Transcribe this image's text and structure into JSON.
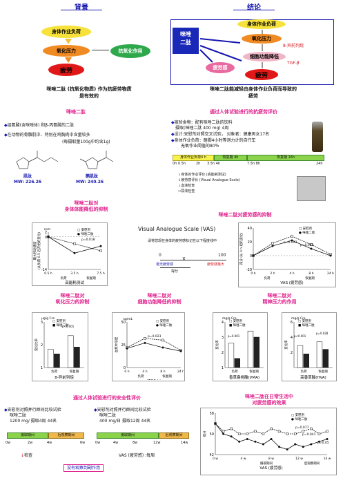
{
  "top": {
    "left_header": "背景",
    "right_header": "结论",
    "left": {
      "burden": "身体作业负荷",
      "oxstress": "氧化压力",
      "antiox": "抗氧化作用",
      "fatigue": "疲劳",
      "caption_line1": "咪唑二肽 (抗氧化物质) 作为抗疲劳物质",
      "caption_line2": "是有效的"
    },
    "right": {
      "imidazole_1": "咪唑",
      "imidazole_2": "二肽",
      "burden": "身体作业负荷",
      "oxstress": "氧化压力",
      "isoprostane": "8-异前列烷",
      "cytokine": "细胞功能降低",
      "tgf": "TGF-β",
      "fatigue_feel": "疲劳感",
      "fatigue": "疲劳",
      "caption_line1": "咪唑二肽能减轻由身体作业负荷而导致的",
      "caption_line2": "疲劳"
    }
  },
  "imidazole": {
    "title": "咪唑二肽",
    "bullet1": "组氨酸(含咪唑体) 和β-丙氨酸的二肽",
    "bullet2": "在动物的骨骼肌中、特别在鸡胸肉中含量较多",
    "bullet2b_pre": "(每摄取量",
    "bullet2b_num": "100",
    "bullet2b_mid": "g中约含",
    "bullet2b_num2": "1",
    "bullet2b_post": "g)",
    "mol1_name": "肌肽",
    "mol1_mw": "MW: 226.26",
    "mol2_name": "鹅肌肽",
    "mol2_mw": "MW: 240.26"
  },
  "trial": {
    "title": "通过人体试验进行的抗疲劳评价",
    "b1": "被验食物：配有咪唑二肽的饮料",
    "b1b": "摄取(咪唑二肽 400 mg) 4周",
    "b2_pre": "设计:安慰剂对照交叉试验， 对象者：健康男女",
    "b2_num": "17",
    "b2_post": "名",
    "b3": "身体作业负荷：踏脚4小时等测力计的自行车",
    "b3b": "无氧作业阈值的80％",
    "bar1": "身体作业负荷4 h",
    "bar2": "恢复期 4h",
    "bar3": "恢复期 16h",
    "ticks": [
      "0h 0.5h",
      "2h",
      "3.5h 4h",
      "7.5h 8h",
      "24h"
    ],
    "legend1": "身体的作业评价 (高能耗测试)",
    "legend2": "疲劳感评价 (Visual Analogue Scale)",
    "legend3": "血液检查",
    "legend4": "尿液检查"
  },
  "sec2": {
    "left_title1": "咪唑二肽对",
    "left_title2": "身体体能降低的抑制",
    "right_title": "咪唑二肽对疲劳感的抑制",
    "vas_title": "Visual Analogue Scale (VAS)",
    "vas_question": "请将您现在身体的疲劳感标记在以下程度线中",
    "vas_zero": "0",
    "vas_hundred": "100",
    "vas_left": "毫无疲劳感",
    "vas_right": "疲劳感最大",
    "vas_score": "得分",
    "vas_mark": "X"
  },
  "sec3": {
    "t1a": "咪唑二肽对",
    "t1b": "氧化压力的抑制",
    "t2a": "咪唑二肽对",
    "t2b": "细胞功能降低的抑制",
    "t3a": "咪唑二肽对",
    "t3b": "精神压力的作用"
  },
  "sec4": {
    "left_title": "通过人体试验进行的安全性评价",
    "right_title1": "咪唑二肽在日常生活中",
    "right_title2": "对疲劳感的效果",
    "s1a": "安慰剂对照并行群间比较试验",
    "s1b": "咪唑二肽",
    "s1c_pre": "1200 mg/ 摄取",
    "s1c_num": "4",
    "s1c_mid": "周",
    "s1c_num2": "44",
    "s1c_post": "名",
    "s2a": "安慰剂对照并行群间比较试验",
    "s2b": "咪唑二肽",
    "s2c_pre": "400 mg/日 摄取",
    "s2c_num": "12",
    "s2c_mid": "周",
    "s2c_num2": "44",
    "s2c_post": "名",
    "intake": "摄取期间",
    "post_obs": "后观察期间",
    "tl1_ticks": [
      "0w",
      "2w",
      "4w",
      "6w"
    ],
    "tl2_ticks": [
      "0w",
      "4w",
      "8w",
      "12w",
      "14w"
    ],
    "check": "检查",
    "vas_weekly": "VAS (疲劳感) :每周",
    "no_side": "没有观察到副作用"
  },
  "chart_data": [
    {
      "type": "line",
      "title": "身体体能降低的抑制",
      "ylabel": "(从负荷 0.5 后开始的变化)",
      "ylabel2": "最大移动速度",
      "yunit": "rpm",
      "ylim": [
        -14,
        2
      ],
      "yticks": [
        "2",
        "0",
        "-14"
      ],
      "x": [
        "0.5 h",
        "3.5 h",
        "7.5 h"
      ],
      "x_groups": [
        "负荷",
        "恢复期"
      ],
      "xlabel": "高能耗测试",
      "series": [
        {
          "name": "安慰剂",
          "values": [
            0,
            -3,
            -6
          ]
        },
        {
          "name": "咪唑二肽",
          "values": [
            0,
            -7,
            -4
          ]
        }
      ],
      "annotation": "p=0.018"
    },
    {
      "type": "line",
      "title": "咪唑二肽对疲劳感的抑制",
      "ylabel": "得分 (从 0 h 起的变化)",
      "ylim": [
        -20,
        40
      ],
      "yticks": [
        "40",
        "20",
        "0",
        "-20"
      ],
      "x": [
        "0 h",
        "2 h",
        "4 h",
        "8 h",
        "24 h"
      ],
      "x_groups": [
        "负荷",
        "恢复期"
      ],
      "xlabel": "VAS (疲劳感)",
      "series": [
        {
          "name": "安慰剂",
          "values": [
            0,
            18,
            28,
            16,
            2
          ]
        },
        {
          "name": "咪唑二肽",
          "values": [
            0,
            14,
            22,
            10,
            0
          ]
        }
      ],
      "annotations": [
        "p=0.023",
        "p=0.063"
      ]
    },
    {
      "type": "bar",
      "title": "氧化压力的抑制",
      "ylabel": "变化比率",
      "yunit": "μg/g Cre",
      "ylim": [
        1,
        3
      ],
      "yticks": [
        "3",
        "2",
        "1"
      ],
      "categories": [
        "负荷",
        "恢复期"
      ],
      "series": [
        {
          "name": "安慰剂",
          "values": [
            1.8,
            2.4
          ]
        },
        {
          "name": "咪唑二肽",
          "values": [
            1.6,
            1.9
          ]
        }
      ],
      "annotation": "p<0.001",
      "xlabel": "8-异前列烷"
    },
    {
      "type": "line",
      "title": "细胞功能降低的抑制",
      "ylabel": "血浆中浓度",
      "yunit": "ng/mL",
      "ylim": [
        0,
        50
      ],
      "yticks": [
        "50",
        "25",
        "0"
      ],
      "x": [
        "0 h",
        "4 h",
        "8 h",
        "24 h"
      ],
      "x_groups": [
        "负荷",
        "恢复期"
      ],
      "series": [
        {
          "name": "安慰剂",
          "values": [
            22,
            32,
            30,
            19
          ]
        },
        {
          "name": "咪唑二肽",
          "values": [
            21,
            27,
            22,
            18
          ]
        }
      ],
      "annotation": "p=0.023",
      "xlabel": "(TGF-b)"
    },
    {
      "type": "bar",
      "title": "精神压力的作用 (VMA)",
      "yunit": "mg/g Cre",
      "ylabel": "变化率",
      "ylim": [
        1,
        4
      ],
      "yticks": [
        "4",
        "3",
        "2",
        "1"
      ],
      "categories": [
        "负荷",
        "恢复期"
      ],
      "series": [
        {
          "name": "安慰剂",
          "values": [
            2.6,
            3.4
          ]
        },
        {
          "name": "咪唑二肽",
          "values": [
            1.6,
            3.0
          ]
        }
      ],
      "annotation": "p=0.001",
      "xlabel": "香草扁桃酸(VMA)"
    },
    {
      "type": "bar",
      "title": "精神压力的作用 (HVA)",
      "yunit": "mg/g Cre",
      "ylabel": "变化率",
      "ylim": [
        0,
        6
      ],
      "yticks": [
        "6",
        "4",
        "2"
      ],
      "categories": [
        "负荷",
        "恢复期"
      ],
      "series": [
        {
          "name": "安慰剂",
          "values": [
            2.9,
            3.4
          ]
        },
        {
          "name": "咪唑二肽",
          "values": [
            1.8,
            2.4
          ]
        }
      ],
      "annotations": [
        "p<0.001",
        "p=0.028"
      ],
      "xlabel": "高香草酸(HVA)"
    },
    {
      "type": "line",
      "title": "对疲劳感的效果",
      "ylabel": "得分",
      "ylim": [
        42,
        58
      ],
      "yticks": [
        "58",
        "50",
        "42"
      ],
      "x": [
        "0 w",
        "4 w",
        "8 w",
        "12 w",
        "14 w"
      ],
      "x_groups": [
        "摄取期间",
        "后观察期间"
      ],
      "xlabel": "VAS (疲劳感)",
      "series": [
        {
          "name": "安慰剂",
          "values": [
            54,
            51,
            52,
            50,
            50,
            51,
            50,
            52,
            51,
            50,
            50,
            51,
            52,
            50,
            51
          ]
        },
        {
          "name": "咪唑二肽",
          "values": [
            54,
            50,
            49,
            47,
            48,
            47,
            46,
            48,
            45,
            44,
            46,
            45,
            46,
            47,
            48
          ]
        }
      ],
      "annotations": [
        "p=0.077",
        "p=0.041",
        "p=0.05"
      ]
    }
  ]
}
